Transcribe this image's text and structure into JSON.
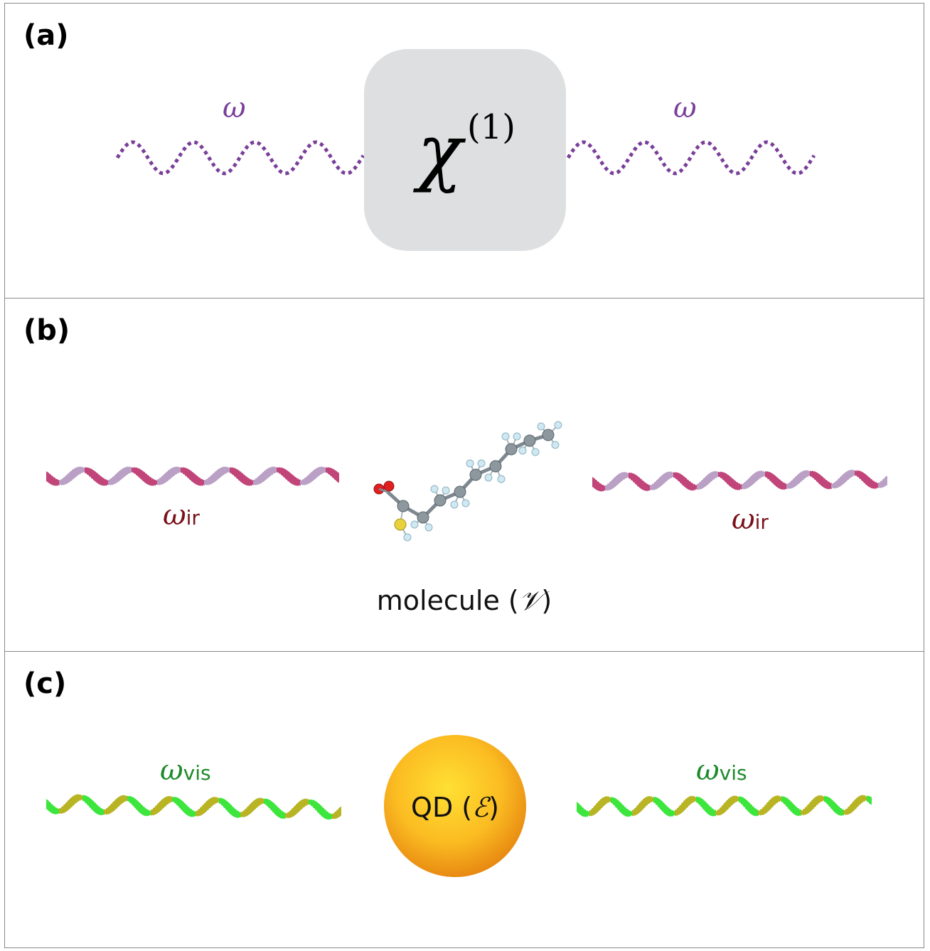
{
  "panels": {
    "a": {
      "label": "(a)",
      "wave_color": "#7a3f99",
      "box_color": "#dedfe0",
      "freq_in": "ω",
      "freq_out": "ω",
      "box_symbol": "χ",
      "box_superscript": "(1)"
    },
    "b": {
      "label": "(b)",
      "freq_color": "#7a1018",
      "ribbon_color": "#c2457a",
      "ribbon_back_color": "#b9a0c4",
      "freq_in": "ω",
      "freq_in_sub": "ir",
      "freq_out": "ω",
      "freq_out_sub": "ir",
      "caption_text": "molecule (",
      "caption_symbol": "𝒱",
      "caption_close": ")"
    },
    "c": {
      "label": "(c)",
      "freq_color": "#1c8a2a",
      "ribbon_color": "#3ce63c",
      "ribbon_back_color": "#b8b424",
      "freq_in": "ω",
      "freq_in_sub": "vis",
      "freq_out": "ω",
      "freq_out_sub": "vis",
      "dot_text": "QD (",
      "dot_symbol": "ℰ",
      "dot_close": ")",
      "dot_color": "#f7a81f"
    }
  }
}
